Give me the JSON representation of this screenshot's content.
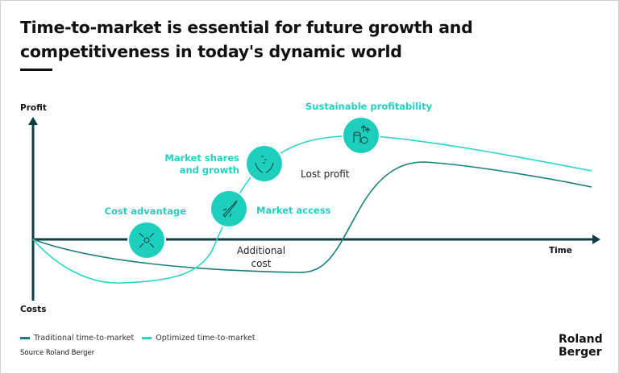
{
  "title": "Time-to-market is essential for future growth and competitiveness in today's dynamic world",
  "axes": {
    "y_top": "Profit",
    "y_bottom": "Costs",
    "x": "Time"
  },
  "milestones": [
    {
      "label": "Cost advantage",
      "icon": "arrows-inward-icon"
    },
    {
      "label": "Market access",
      "icon": "rocket-icon"
    },
    {
      "label": "Market shares and growth",
      "icon": "hands-holding-icon"
    },
    {
      "label": "Sustainable profitability",
      "icon": "coins-growth-icon"
    }
  ],
  "annotations": {
    "lost_profit": "Lost profit",
    "additional_cost": "Additional cost"
  },
  "legend": [
    {
      "label": "Traditional time-to-market",
      "color": "#1a7f7c"
    },
    {
      "label": "Optimized time-to-market",
      "color": "#2ad4c4"
    }
  ],
  "source": "Source Roland Berger",
  "logo": "Roland Berger",
  "colors": {
    "axis": "#0e3d44",
    "accent": "#22cfc0",
    "traditional": "#1a7f7c",
    "optimized": "#2ad4c4"
  }
}
